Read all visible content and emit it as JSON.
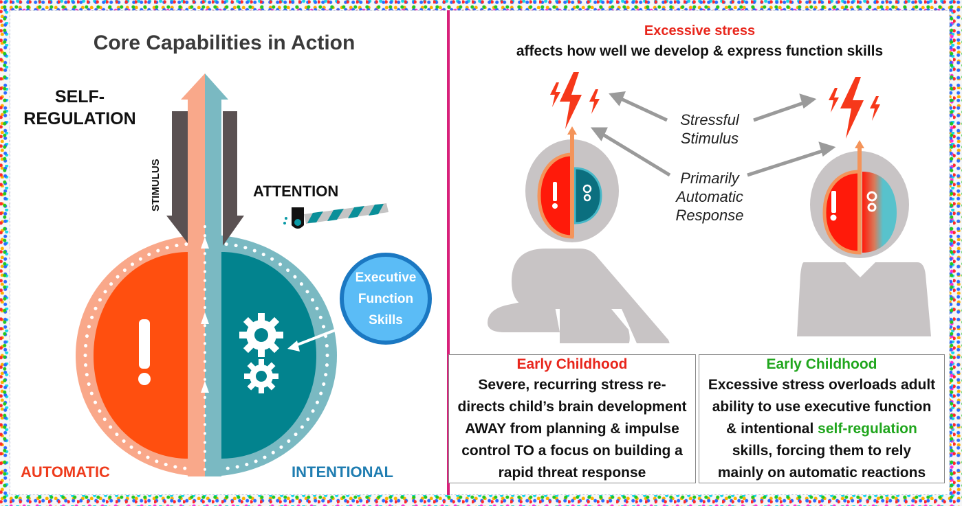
{
  "left_panel": {
    "title": "Core Capabilities in Action",
    "self_regulation_line1": "SELF-",
    "self_regulation_line2": "REGULATION",
    "stimulus_label": "STIMULUS",
    "attention_label": "ATTENTION",
    "executive_function": [
      "Executive",
      "Function",
      "Skills"
    ],
    "automatic_label": "AUTOMATIC",
    "intentional_label": "INTENTIONAL",
    "colors": {
      "automatic": "#ff4f0f",
      "automatic_ring": "#f9a88a",
      "intentional": "#02838e",
      "intentional_ring": "#7ab9c2",
      "stimulus_arrow": "#5a5152",
      "ef_bubble": "#5bbcf6",
      "ef_border": "#1b78c2"
    }
  },
  "right_panel": {
    "title": "Excessive stress",
    "subtitle": "affects how well we develop & express function skills",
    "stressful_stimulus": [
      "Stressful",
      "Stimulus"
    ],
    "automatic_response": [
      "Primarily",
      "Automatic",
      "Response"
    ],
    "figures": [
      "child",
      "adult"
    ],
    "boxes": [
      {
        "heading": "Early Childhood",
        "heading_color": "#e8261c",
        "lines": [
          "Severe, recurring stress re-",
          "directs child’s brain development",
          "AWAY from planning & impulse",
          "control TO a focus on building a",
          "rapid threat response"
        ]
      },
      {
        "heading": "Early Childhood",
        "heading_color": "#20a61d",
        "lines": [
          "Excessive stress overloads adult",
          "ability to use executive function",
          "& intentional ",
          "skills, forcing them to rely",
          "mainly on automatic reactions"
        ],
        "highlight": "self-regulation"
      }
    ]
  },
  "divider_color": "#d8207a"
}
